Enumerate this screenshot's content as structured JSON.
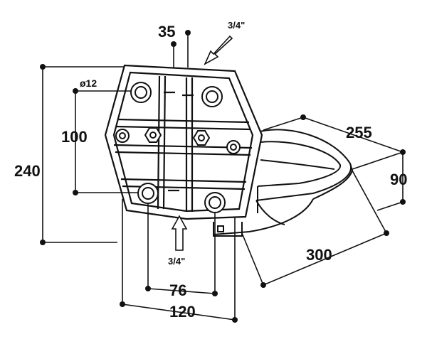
{
  "dimensions": {
    "top_width": "35",
    "hole_diameter": "ø12",
    "hole_spacing_vertical": "100",
    "overall_height": "240",
    "bowl_depth": "255",
    "bowl_height": "90",
    "bowl_length": "300",
    "hole_spacing_horizontal": "76",
    "plate_width": "120"
  },
  "connections": {
    "top_inlet": "3/4\"",
    "bottom_inlet": "3/4\""
  }
}
